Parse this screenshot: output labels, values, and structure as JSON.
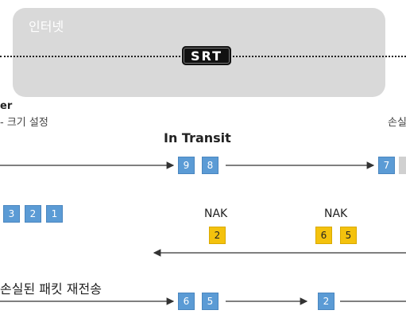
{
  "internet": {
    "label": "인터넷",
    "logo": "SRT"
  },
  "sender": {
    "title": "er",
    "size_setting": "- 크기 설정"
  },
  "receiver": {
    "loss_label": "손실"
  },
  "transit": {
    "label": "In Transit",
    "packets": [
      "9",
      "8"
    ],
    "arrived": [
      "7"
    ]
  },
  "sender_buffer": {
    "packets": [
      "3",
      "2",
      "1"
    ]
  },
  "nak_groups": [
    {
      "label": "NAK",
      "packets": [
        "2"
      ]
    },
    {
      "label": "NAK",
      "packets": [
        "6",
        "5"
      ]
    }
  ],
  "retransmit": {
    "label": "손실된 패킷 재전송",
    "packets_group_1": [
      "6",
      "5"
    ],
    "packets_group_2": [
      "2"
    ]
  },
  "colors": {
    "packet": "#5b9bd5",
    "nak_packet": "#f4c20d",
    "cloud": "#d9d9d9"
  }
}
